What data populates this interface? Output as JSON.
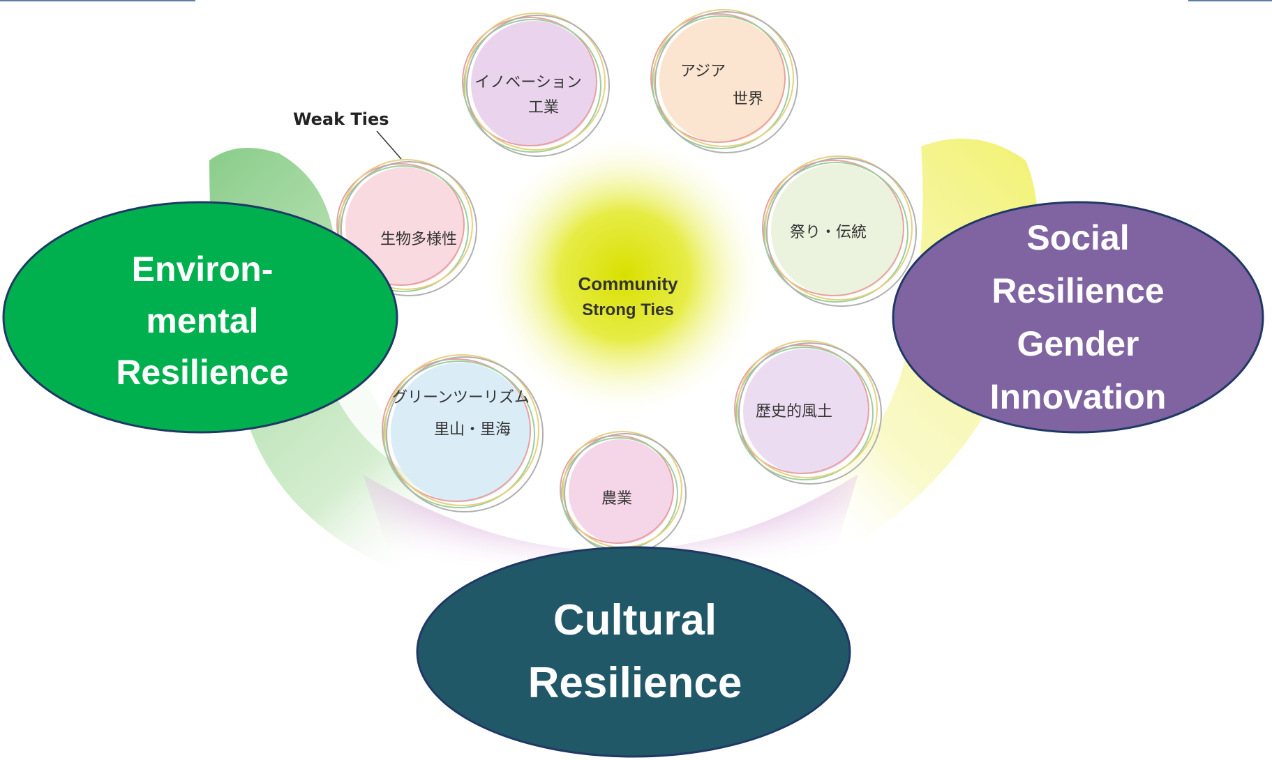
{
  "diagram": {
    "center": {
      "line1": "Community",
      "line2": "Strong Ties"
    },
    "weak_ties_label": "Weak Ties",
    "petals": [
      {
        "id": "innovation",
        "lines": [
          "イノベーション",
          "工業"
        ],
        "color": "#e6cdea"
      },
      {
        "id": "asia",
        "lines": [
          "アジア",
          "世界"
        ],
        "color": "#fbe1c8"
      },
      {
        "id": "festival",
        "lines": [
          "祭り・伝統"
        ],
        "color": "#e7f1d9"
      },
      {
        "id": "history",
        "lines": [
          "歴史的風土"
        ],
        "color": "#e8d6ee"
      },
      {
        "id": "agriculture",
        "lines": [
          "農業"
        ],
        "color": "#f3cfe4"
      },
      {
        "id": "green",
        "lines": [
          "グリーンツーリズム",
          "里山・里海"
        ],
        "color": "#d3eaf6"
      },
      {
        "id": "biodiversity",
        "lines": [
          "生物多様性"
        ],
        "color": "#f8d4dc"
      }
    ],
    "ovals": {
      "environmental": {
        "lines": [
          "Environ-",
          "mental",
          "Resilience"
        ],
        "color": "#00b04f"
      },
      "social": {
        "lines": [
          "Social",
          "Resilience",
          "Gender",
          "Innovation"
        ],
        "color": "#8064a2"
      },
      "cultural": {
        "lines": [
          "Cultural",
          "Resilience"
        ],
        "color": "#215868"
      }
    },
    "arc_colors": {
      "green": "#8cd08c",
      "purple": "#c27cc2",
      "yellow": "#f0f07a"
    },
    "center_color": "#d8e000"
  }
}
